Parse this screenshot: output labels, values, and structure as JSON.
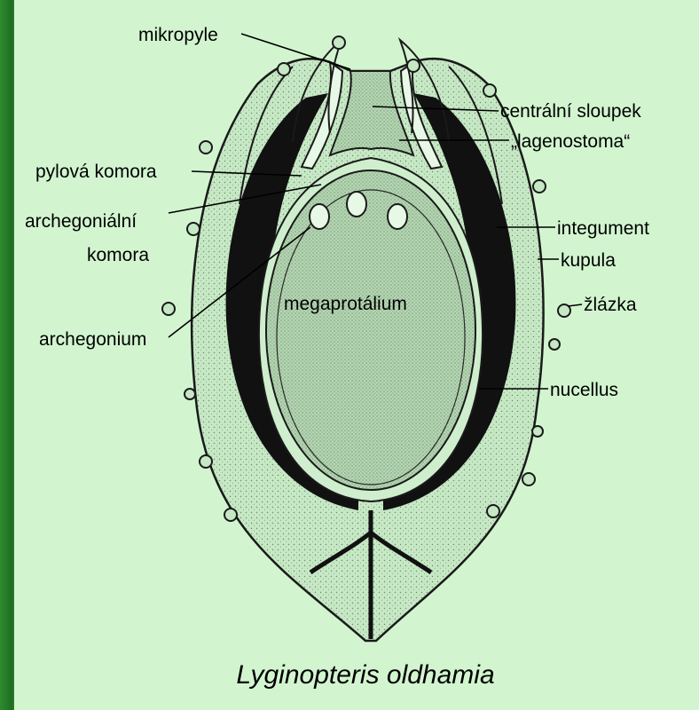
{
  "labels": {
    "mikropyle": "mikropyle",
    "centralni_sloupek": "centrální sloupek",
    "lagenostoma": "„lagenostoma“",
    "pylova_komora": "pylová komora",
    "archegonialni_1": "archegoniální",
    "archegonialni_2": "komora",
    "integument": "integument",
    "kupula": "kupula",
    "megaprotalium": "megaprotálium",
    "zlazka": "žlázka",
    "archegonium": "archegonium",
    "nucellus": "nucellus"
  },
  "caption": "Lyginopteris oldhamia",
  "colors": {
    "background": "#d2f5d0",
    "frame": "#1f6b23",
    "ink": "#000000",
    "tissue": "#b9dcb7"
  }
}
